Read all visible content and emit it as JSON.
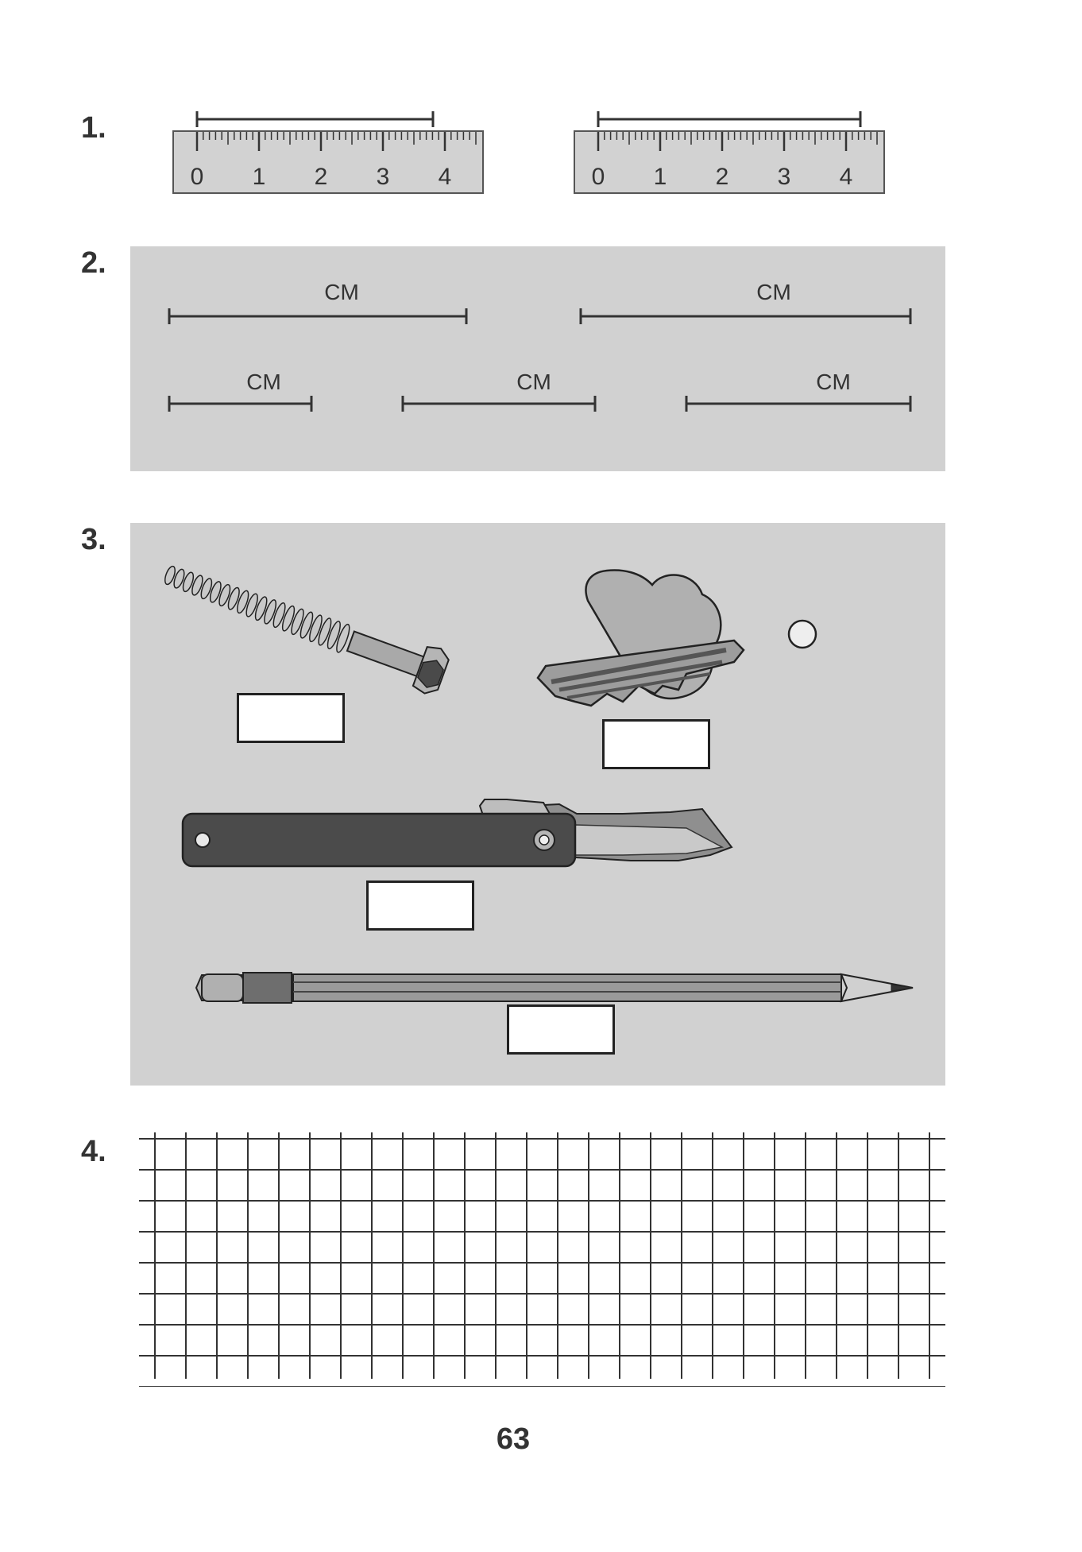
{
  "exercises": {
    "ex1": {
      "number": "1."
    },
    "ex2": {
      "number": "2."
    },
    "ex3": {
      "number": "3."
    },
    "ex4": {
      "number": "4."
    }
  },
  "rulers": {
    "tick_labels": [
      "0",
      "1",
      "2",
      "3",
      "4"
    ]
  },
  "segments": {
    "unit_label": "CM"
  },
  "objects": [
    "screw-icon",
    "key-icon",
    "knife-icon",
    "pencil-icon"
  ],
  "page": {
    "number": "63"
  },
  "colors": {
    "panel": "#d1d1d1",
    "ruler": "#d2d2d2",
    "ink": "#333333"
  }
}
